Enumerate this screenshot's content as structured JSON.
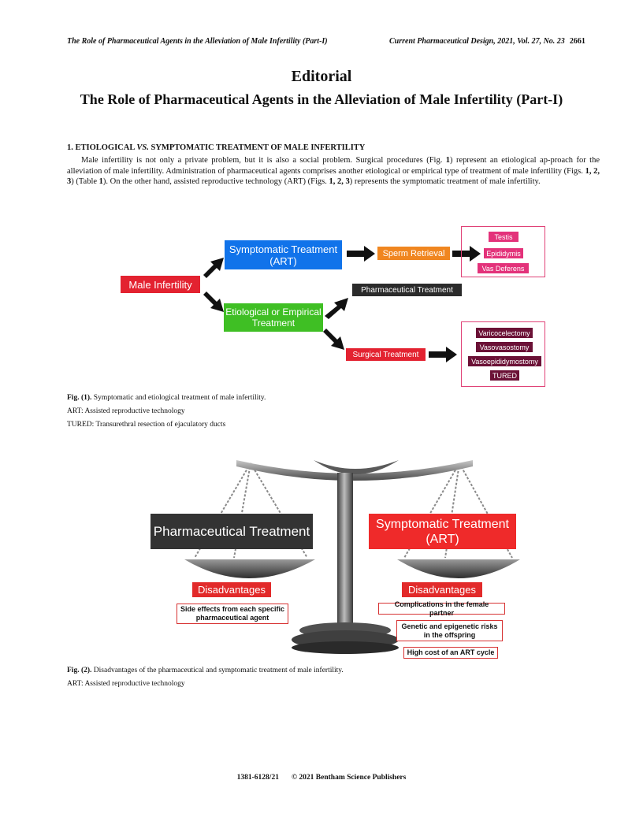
{
  "running_head": {
    "left": "The Role of Pharmaceutical Agents in the Alleviation of Male Infertility (Part-I)",
    "right": "Current Pharmaceutical Design, 2021, Vol. 27, No. 23",
    "page": "2661"
  },
  "editorial_label": "Editorial",
  "title": "The Role of Pharmaceutical Agents in the Alleviation of Male Infertility (Part-I)",
  "section": {
    "heading_pre": "1. ETIOLOGICAL ",
    "heading_vs": "VS.",
    "heading_post": " SYMPTOMATIC TREATMENT OF MALE INFERTILITY",
    "p1": "Male infertility is not only a private problem, but it is also a social problem. Surgical procedures (Fig. ",
    "p2": ") represent an etiological ap-proach for the alleviation of male infertility. Administration of pharmaceutical agents comprises another etiological or empirical type of treatment of male infertility (Figs. ",
    "p3": ") (Table ",
    "p4": "). On the other hand, assisted reproductive technology (ART) (Figs. ",
    "p5": ") represents the symptomatic treatment of male infertility.",
    "ref_fig1": "1",
    "ref_figs_a": "1, 2, 3",
    "ref_table": "1",
    "ref_figs_b": "1, 2, 3"
  },
  "fig1": {
    "male_infertility": "Male Infertility",
    "symptomatic": "Symptomatic Treatment (ART)",
    "sperm_retrieval": "Sperm Retrieval",
    "etiological": "Etiological or Empirical Treatment",
    "pharmaceutical": "Pharmaceutical Treatment",
    "surgical": "Surgical Treatment",
    "retrieval_sites": [
      "Testis",
      "Epididymis",
      "Vas Deferens"
    ],
    "surgeries": [
      "Varicocelectomy",
      "Vasovasostomy",
      "Vasoepididymostomy",
      "TURED"
    ],
    "caption_label": "Fig. (1).",
    "caption_text": " Symptomatic and etiological treatment of male infertility.",
    "abbrev1": "ART: Assisted reproductive technology",
    "abbrev2": "TURED: Transurethral resection of ejaculatory ducts"
  },
  "fig2": {
    "left_title": "Pharmaceutical Treatment",
    "right_title": "Symptomatic Treatment (ART)",
    "left_disadv": "Disadvantages",
    "right_disadv": "Disadvantages",
    "left_note": "Side effects from each specific pharmaceutical agent",
    "right_notes": [
      "Complications in the female partner",
      "Genetic and epigenetic risks in the offspring",
      "High cost of an ART cycle"
    ],
    "caption_label": "Fig. (2).",
    "caption_text": " Disadvantages of the pharmaceutical and symptomatic treatment of male infertility.",
    "abbrev": "ART: Assisted reproductive technology"
  },
  "footer": {
    "issn": "1381-6128/21",
    "publisher": "© 2021 Bentham Science Publishers"
  }
}
